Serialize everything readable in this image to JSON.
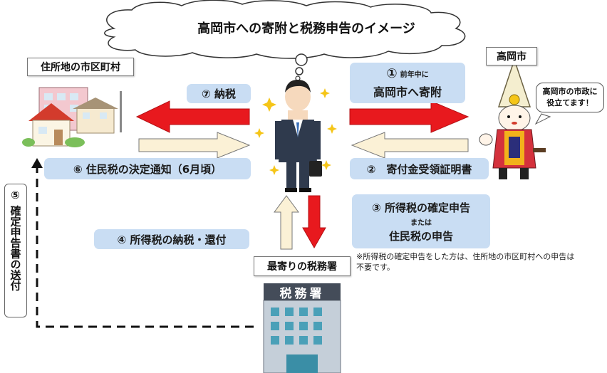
{
  "title": "高岡市への寄附と税務申告のイメージ",
  "entities": {
    "residence": "住所地の市区町村",
    "takaoka": "高岡市",
    "tax_office": "最寄りの税務署",
    "tax_office_sign": "税務署"
  },
  "steps": {
    "s1_prefix": "前年中に",
    "s1_main": "高岡市へ寄附",
    "s1_num": "①",
    "s2": "②　寄付金受領証明書",
    "s3_main": "③ 所得税の確定申告",
    "s3_or": "または",
    "s3_sub": "住民税の申告",
    "s4": "④ 所得税の納税・還付",
    "s5": "⑤ 確定申告書の送付",
    "s6": "⑥ 住民税の決定通知（6月頃）",
    "s7": "⑦ 納税"
  },
  "note": "※所得税の確定申告をした方は、住所地の市区町村への申告は不要です。",
  "mascot_speech": "高岡市の市政に役立てます！",
  "colors": {
    "blue_box": "#c9ddf3",
    "red_arrow": "#e8191e",
    "cream_arrow": "#fbf1d6"
  },
  "icons": [
    "cloud-icon",
    "thought-bubble-icon",
    "houses-illustration",
    "businessman-illustration",
    "mascot-illustration",
    "tax-office-building-illustration",
    "sparkle-icon"
  ]
}
